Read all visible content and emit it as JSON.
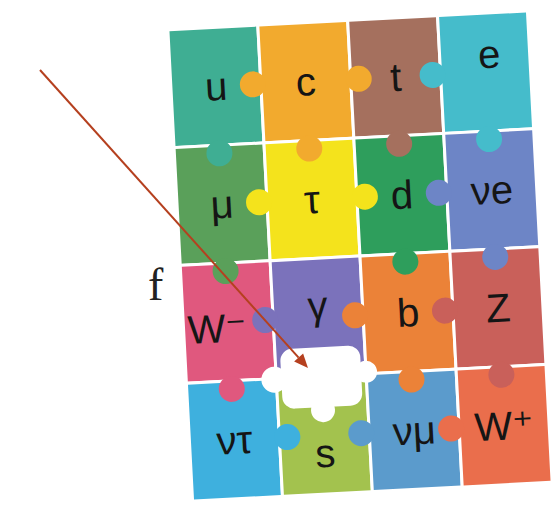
{
  "diagram": {
    "nodes": [
      {
        "text": [
          "u"
        ]
      },
      {
        "text": [
          "c"
        ]
      },
      {
        "text": [
          "t"
        ]
      },
      {
        "text": [
          "e"
        ]
      },
      {
        "text": [
          "μ"
        ]
      },
      {
        "text": [
          "τ"
        ]
      },
      {
        "text": [
          "d"
        ]
      },
      {
        "text": [
          "νe"
        ]
      },
      {
        "text": [
          "W⁻"
        ]
      },
      {
        "text": [
          "γ"
        ]
      },
      {
        "text": [
          "b"
        ]
      },
      {
        "text": [
          "Z"
        ]
      },
      {
        "text": [
          "ντ"
        ]
      },
      {
        "text": [
          "s"
        ]
      },
      {
        "text": [
          "νμ"
        ]
      },
      {
        "text": [
          "W⁺"
        ]
      }
    ],
    "labels": [
      "f"
    ]
  }
}
